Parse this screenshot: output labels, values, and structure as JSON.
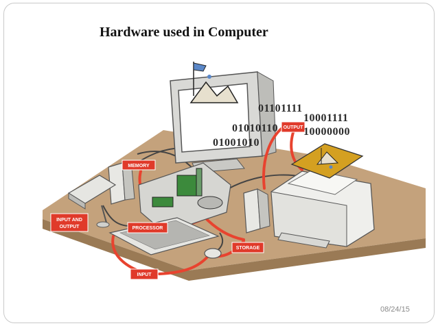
{
  "slide": {
    "title": "Hardware used in Computer",
    "date": "08/24/15"
  },
  "binary_strings": [
    "01101111",
    "10001111",
    "01010110",
    "10000000",
    "01001010"
  ],
  "labels": {
    "memory": "MEMORY",
    "output": "OUTPUT",
    "input_and": "INPUT AND",
    "output2": "OUTPUT",
    "processor": "PROCESSOR",
    "storage": "STORAGE",
    "input": "INPUT"
  },
  "colors": {
    "label_fill": "#e03a2a",
    "arrow": "#e8432f",
    "desk_top": "#c4a27c",
    "desk_edge": "#9a7a55",
    "printout": "#d4a021"
  }
}
